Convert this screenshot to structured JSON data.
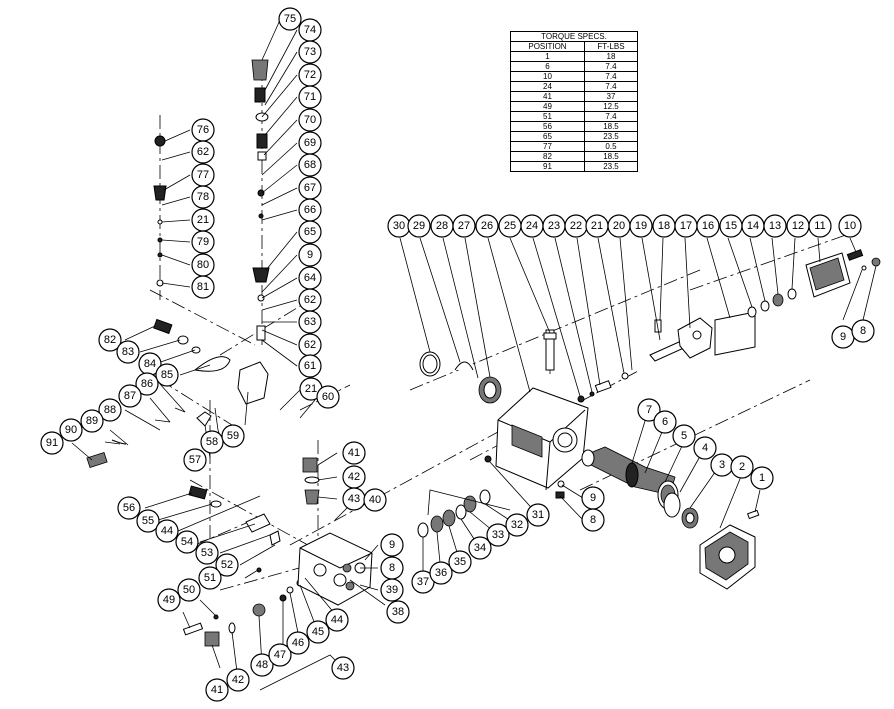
{
  "torque_table": {
    "title": "TORQUE SPECS.",
    "headers": [
      "POSITION",
      "FT-LBS"
    ],
    "rows": [
      [
        "1",
        "18"
      ],
      [
        "6",
        "7.4"
      ],
      [
        "10",
        "7.4"
      ],
      [
        "24",
        "7.4"
      ],
      [
        "41",
        "37"
      ],
      [
        "49",
        "12.5"
      ],
      [
        "51",
        "7.4"
      ],
      [
        "56",
        "18.5"
      ],
      [
        "65",
        "23.5"
      ],
      [
        "77",
        "0.5"
      ],
      [
        "82",
        "18.5"
      ],
      [
        "91",
        "23.5"
      ]
    ]
  },
  "callouts": [
    "75",
    "74",
    "73",
    "72",
    "71",
    "70",
    "69",
    "68",
    "67",
    "66",
    "65",
    "9",
    "64",
    "62",
    "63",
    "62",
    "61",
    "21",
    "60",
    "76",
    "62",
    "77",
    "78",
    "21",
    "79",
    "80",
    "81",
    "82",
    "83",
    "84",
    "85",
    "86",
    "87",
    "88",
    "89",
    "90",
    "91",
    "57",
    "58",
    "59",
    "41",
    "42",
    "43",
    "40",
    "56",
    "55",
    "44",
    "54",
    "53",
    "52",
    "51",
    "50",
    "49",
    "41",
    "42",
    "48",
    "47",
    "46",
    "45",
    "44",
    "43",
    "9",
    "8",
    "39",
    "38",
    "37",
    "36",
    "35",
    "34",
    "33",
    "32",
    "31",
    "9",
    "8",
    "30",
    "29",
    "28",
    "27",
    "26",
    "25",
    "24",
    "23",
    "22",
    "21",
    "20",
    "19",
    "18",
    "17",
    "16",
    "15",
    "14",
    "13",
    "12",
    "11",
    "10",
    "9",
    "8",
    "7",
    "6",
    "5",
    "4",
    "3",
    "2",
    "1"
  ]
}
